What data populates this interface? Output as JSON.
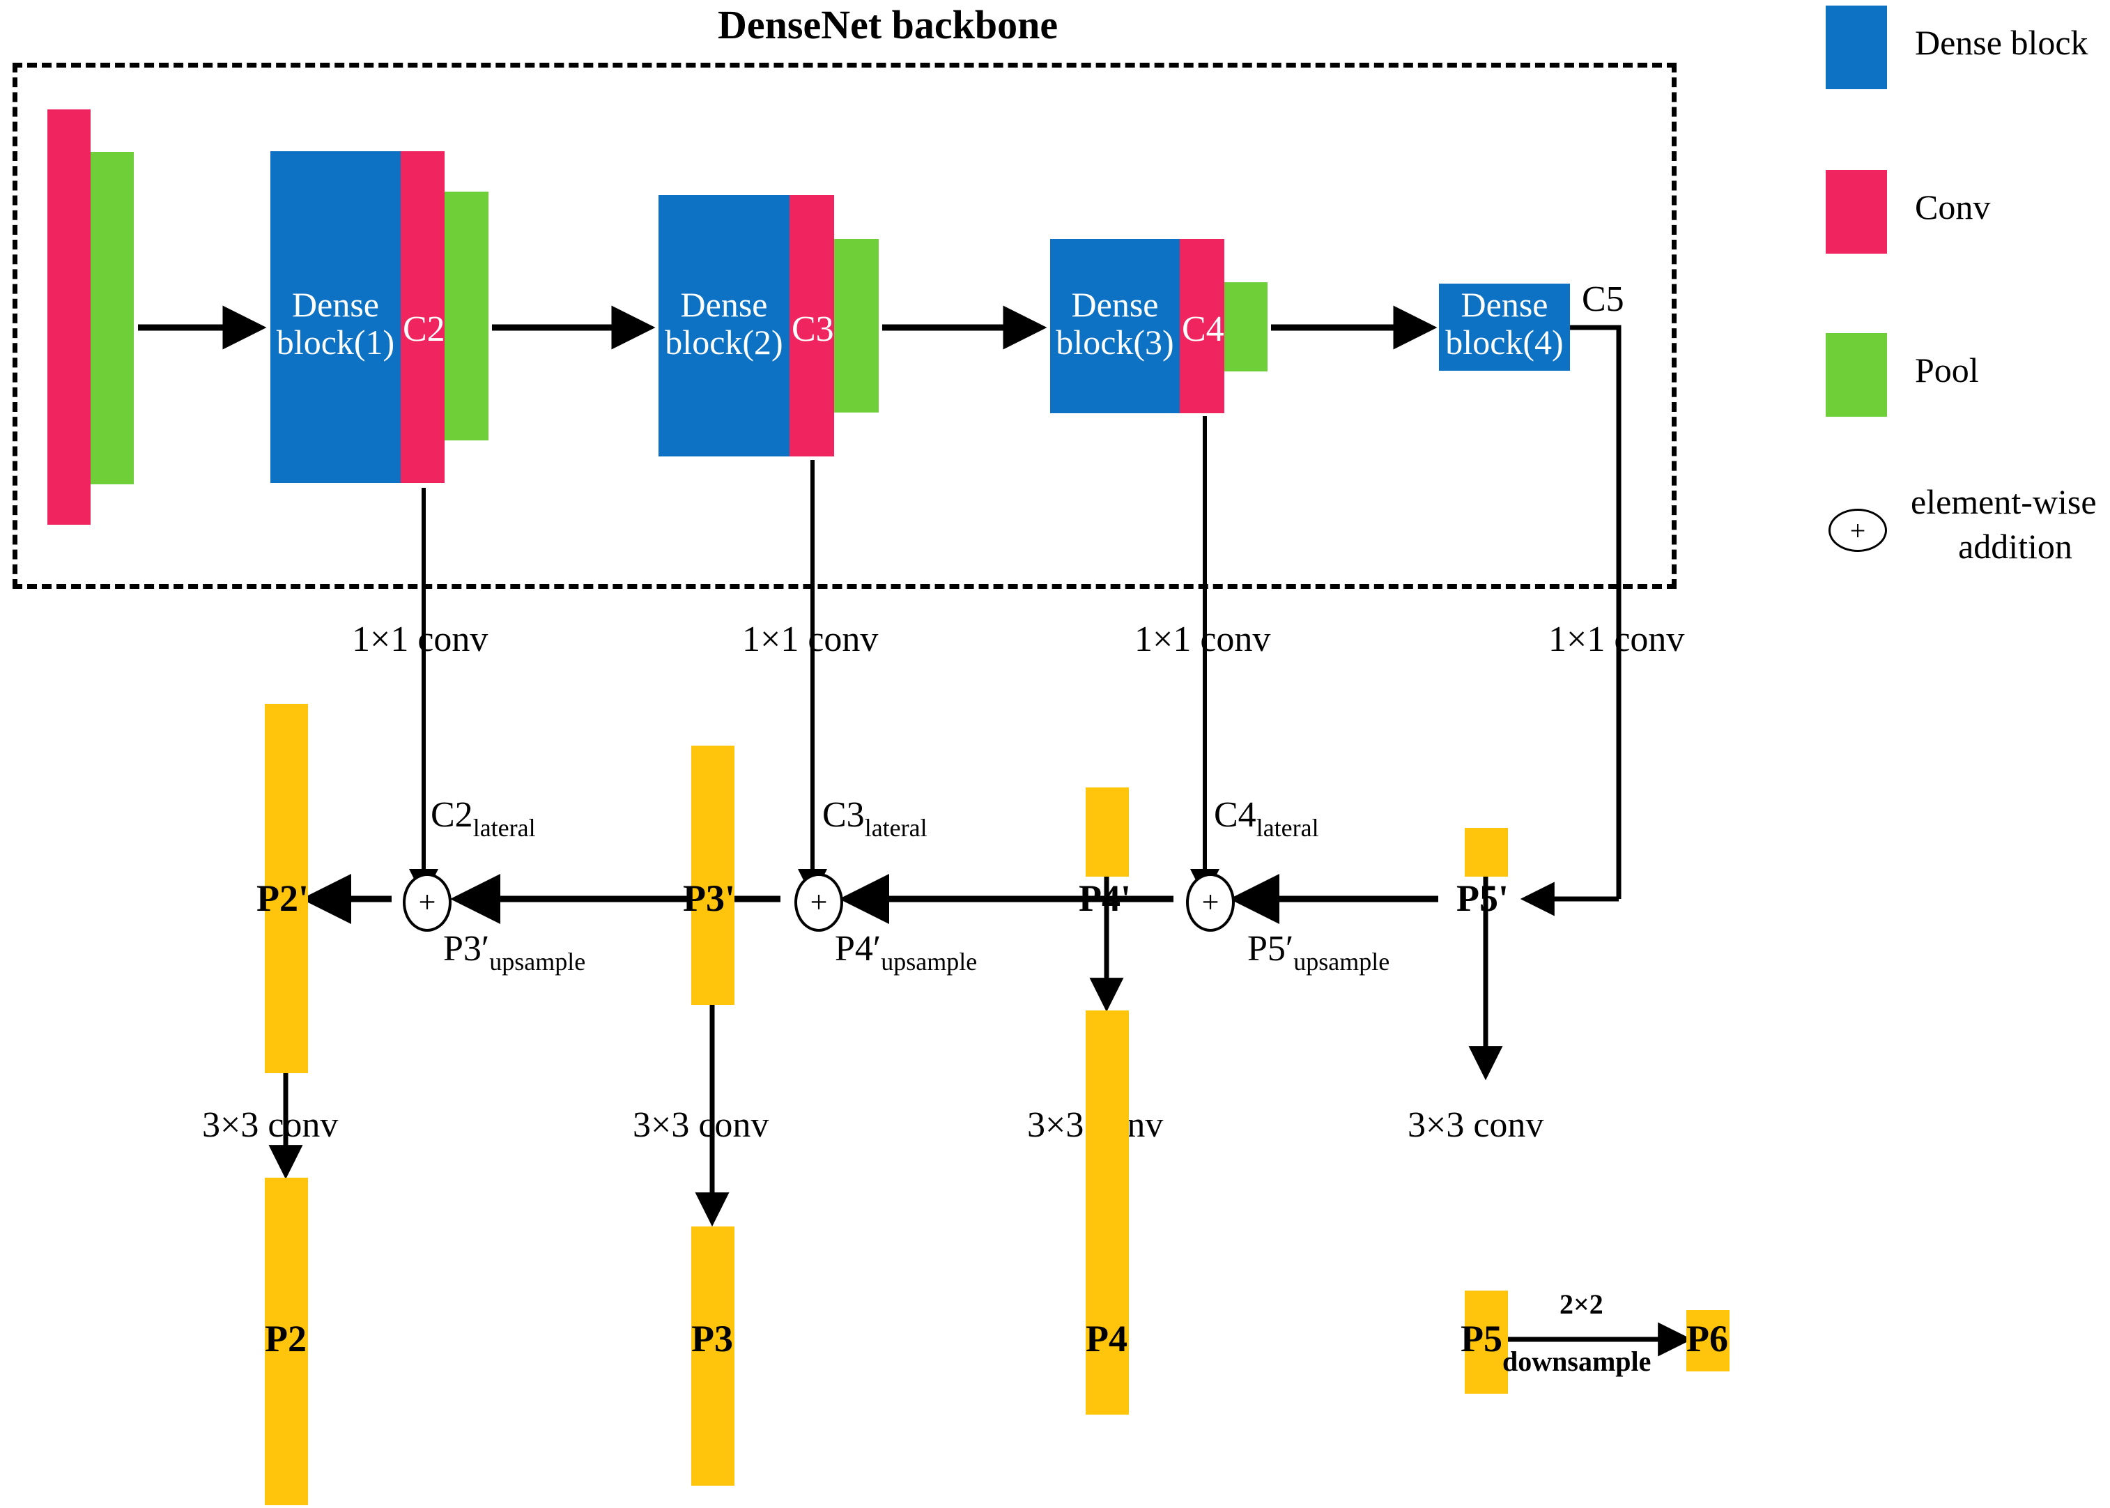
{
  "figure": {
    "title": "DenseNet backbone",
    "type": "neural-network-architecture-diagram"
  },
  "backbone": {
    "stem": {
      "conv_label": "",
      "pool_label": ""
    },
    "blocks": [
      {
        "name_line1": "Dense",
        "name_line2": "block(1)",
        "feature": "C2"
      },
      {
        "name_line1": "Dense",
        "name_line2": "block(2)",
        "feature": "C3"
      },
      {
        "name_line1": "Dense",
        "name_line2": "block(3)",
        "feature": "C4"
      },
      {
        "name_line1": "Dense",
        "name_line2": "block(4)",
        "feature": "C5"
      }
    ]
  },
  "lateral": {
    "conv_labels": [
      "1×1 conv",
      "1×1 conv",
      "1×1 conv",
      "1×1 conv"
    ],
    "feature_labels": [
      {
        "base": "C2",
        "sub": "lateral"
      },
      {
        "base": "C3",
        "sub": "lateral"
      },
      {
        "base": "C4",
        "sub": "lateral"
      }
    ]
  },
  "pyramid": {
    "prime_nodes": [
      "P2'",
      "P3'",
      "P4'",
      "P5'"
    ],
    "upsample_labels": [
      {
        "base": "P3′",
        "sub": "upsample"
      },
      {
        "base": "P4′",
        "sub": "upsample"
      },
      {
        "base": "P5′",
        "sub": "upsample"
      }
    ],
    "conv3x3_labels": [
      "3×3 conv",
      "3×3 conv",
      "3×3 conv",
      "3×3 conv"
    ],
    "out_nodes": [
      "P2",
      "P3",
      "P4",
      "P5"
    ],
    "extra_node": "P6",
    "downsample_label_top": "2×2",
    "downsample_label_bottom": "downsample"
  },
  "legend": {
    "items": [
      {
        "label": "Dense block",
        "color": "#0d72c4",
        "swatch": "rect"
      },
      {
        "label": "Conv",
        "color": "#f0255f",
        "swatch": "rect"
      },
      {
        "label": "Pool",
        "color": "#6fcf38",
        "swatch": "rect"
      },
      {
        "label_line1": "element-wise",
        "label_line2": "addition",
        "swatch": "plus-circle",
        "glyph": "+"
      }
    ]
  },
  "colors": {
    "dense_block": "#0d72c4",
    "conv": "#f0255f",
    "pool": "#6fcf38",
    "pyramid": "#ffc40c",
    "wire": "#000000",
    "background": "#ffffff"
  }
}
